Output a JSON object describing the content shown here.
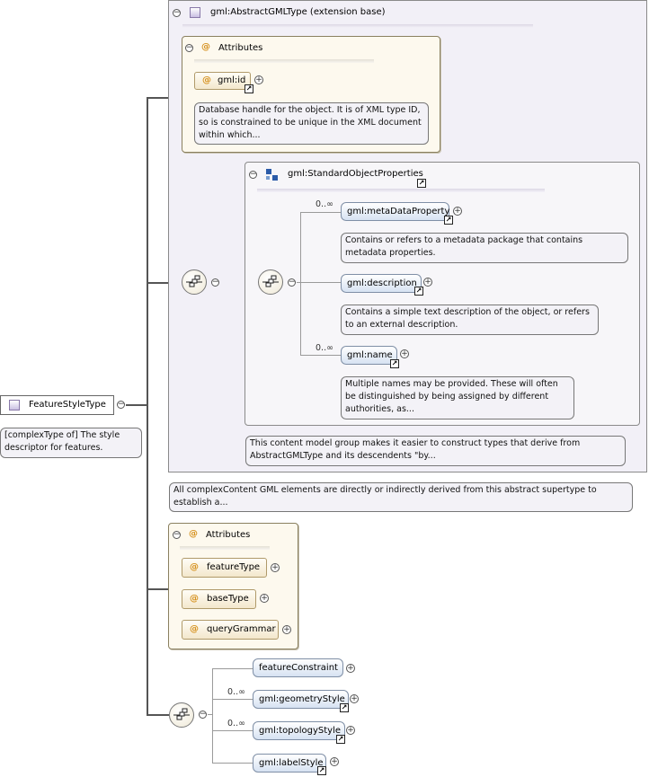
{
  "root": {
    "label": "FeatureStyleType",
    "note": "[complexType of] The style descriptor for features."
  },
  "extension": {
    "label": "gml:AbstractGMLType (extension base)",
    "note": "All complexContent GML elements are directly or indirectly derived from this abstract supertype to establish a...",
    "attributes": {
      "title": "Attributes",
      "items": [
        {
          "name": "gml:id",
          "note": "Database handle for the object. It is of XML type ID, so is constrained to be unique in the XML document within which..."
        }
      ]
    },
    "group": {
      "label": "gml:StandardObjectProperties",
      "note": "This content model group makes it easier to construct types that derive from AbstractGMLType and its descendents \"by...",
      "elements": [
        {
          "name": "gml:metaDataProperty",
          "cardinality": "0..∞",
          "note": "Contains or refers to a metadata package that contains metadata properties."
        },
        {
          "name": "gml:description",
          "cardinality": "",
          "note": "Contains a simple text description of the object, or refers to an external description."
        },
        {
          "name": "gml:name",
          "cardinality": "0..∞",
          "note": "Multiple names may be provided. These will often be distinguished by being assigned by different authorities, as..."
        }
      ]
    }
  },
  "attributes": {
    "title": "Attributes",
    "items": [
      {
        "name": "featureType"
      },
      {
        "name": "baseType"
      },
      {
        "name": "queryGrammar"
      }
    ]
  },
  "sequence": {
    "elements": [
      {
        "name": "featureConstraint",
        "cardinality": ""
      },
      {
        "name": "gml:geometryStyle",
        "cardinality": "0..∞"
      },
      {
        "name": "gml:topologyStyle",
        "cardinality": "0..∞"
      },
      {
        "name": "gml:labelStyle",
        "cardinality": ""
      }
    ]
  },
  "symbols": {
    "collapse": "−",
    "expand": "+",
    "attribute": "@",
    "link": "↗",
    "group-icon": "group-squares-icon",
    "sequence-icon": "sequence-icon"
  },
  "colors": {
    "element_fill": "#d6e2f2",
    "attribute_fill": "#fdf9ee",
    "panel_fill": "#f2f0f7",
    "attribute_symbol": "#d6911e"
  }
}
